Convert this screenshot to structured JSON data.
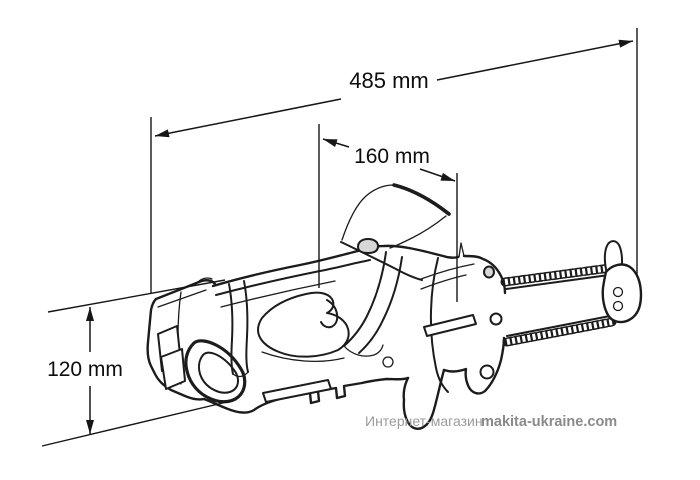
{
  "illustration": {
    "subject": "cordless chainsaw dimensional line drawing",
    "line_color": "#1c1c1c"
  },
  "dimensions": {
    "overall_length": {
      "label": "485 mm"
    },
    "bar_cut_length": {
      "label": "160 mm"
    },
    "body_height": {
      "label": "120 mm"
    }
  },
  "watermark": {
    "store_label": "Интернет-магазин",
    "site_label": "makita-ukraine.com",
    "store_color": "#9b9b9b",
    "site_color": "#8a8a8a"
  }
}
